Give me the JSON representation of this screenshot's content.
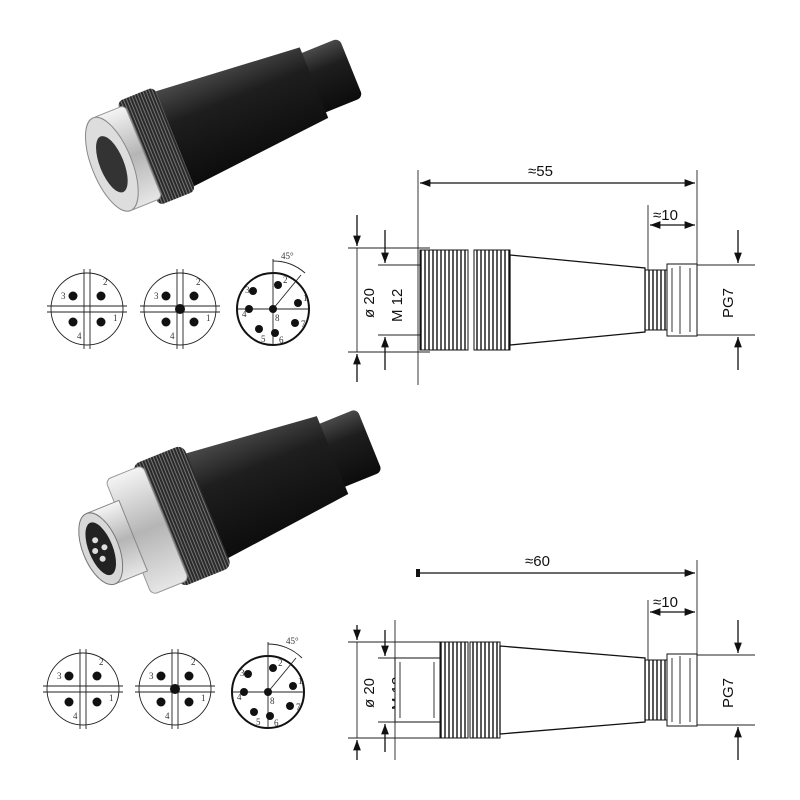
{
  "top_connector": {
    "type": "female",
    "dim_length": "≈55",
    "dim_rear": "≈10",
    "dim_diameter": "ø 20",
    "dim_thread": "M 12",
    "dim_gland": "PG7",
    "pin_diagrams": [
      {
        "labels": [
          "3",
          "2",
          "4",
          "1"
        ]
      },
      {
        "labels": [
          "3",
          "2",
          "4",
          "1"
        ]
      },
      {
        "labels": [
          "3",
          "2",
          "1",
          "4",
          "8",
          "7",
          "5",
          "6"
        ],
        "angle": "45°"
      }
    ]
  },
  "bottom_connector": {
    "type": "male",
    "dim_length": "≈60",
    "dim_rear": "≈10",
    "dim_diameter": "ø 20",
    "dim_thread": "M 12",
    "dim_gland": "PG7",
    "pin_diagrams": [
      {
        "labels": [
          "3",
          "2",
          "4",
          "1"
        ]
      },
      {
        "labels": [
          "3",
          "2",
          "4",
          "1"
        ]
      },
      {
        "labels": [
          "3",
          "2",
          "1",
          "4",
          "8",
          "7",
          "5",
          "6"
        ],
        "angle": "45°"
      }
    ]
  },
  "colors": {
    "body": "#1b1b1b",
    "metal": "#c9c9c9",
    "line": "#111111"
  }
}
